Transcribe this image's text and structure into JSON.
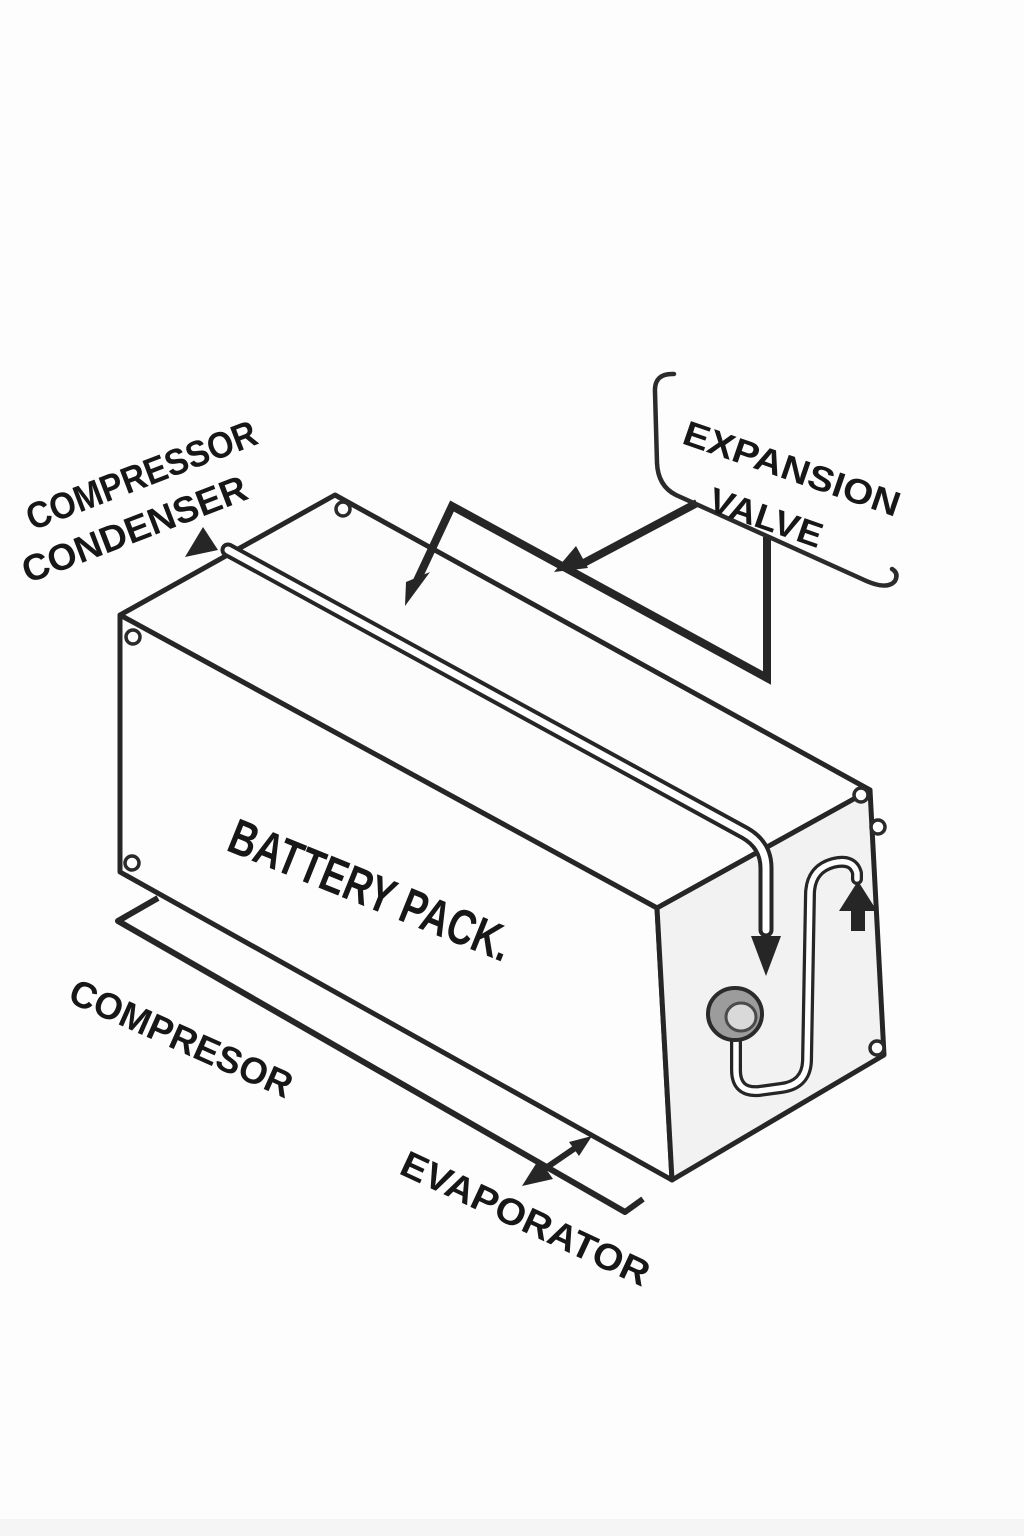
{
  "diagram": {
    "labels": {
      "compressor_top": "COMPRESSOR",
      "condenser": "CONDENSER",
      "expansion_valve_line1": "EXPANSION",
      "expansion_valve_line2": "VALVE",
      "battery_pack": "BATTERY PACK.",
      "compressor_bottom": "COMPRESOR",
      "evaporator": "EVAPORATOR"
    },
    "colors": {
      "background": "#fdfdfd",
      "line": "#262626",
      "text": "#171717",
      "top_face": "#fcfcfc",
      "front_face": "#fdfdfd",
      "end_face": "#f2f2f2",
      "fitting_gray": "#9c9c9c",
      "fitting_bore": "#d9d9d9"
    }
  }
}
